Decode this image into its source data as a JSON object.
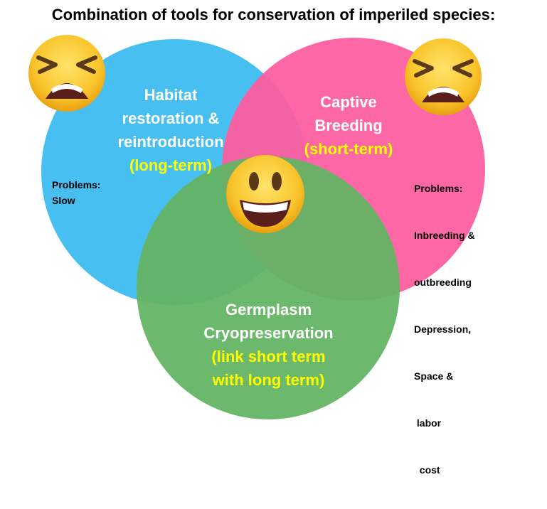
{
  "title": "Combination of tools for conservation of imperiled species:",
  "colors": {
    "habitat": "#3dbdf0",
    "captive": "#fd5fa0",
    "germplasm": "#64b464",
    "term_highlight": "#ffff00"
  },
  "habitat": {
    "lines": [
      "Habitat",
      "restoration &",
      "reintroduction"
    ],
    "term": "(long-term)",
    "problems": [
      "Problems:",
      "Slow"
    ]
  },
  "captive": {
    "lines": [
      "Captive",
      "Breeding"
    ],
    "term": "(short-term)",
    "problems": [
      "Problems:",
      "Inbreeding &",
      "outbreeding",
      "Depression,",
      "Space &",
      " labor",
      "  cost"
    ]
  },
  "germplasm": {
    "lines": [
      "Germplasm",
      "Cryopreservation"
    ],
    "term_lines": [
      "(link short term",
      "with long term)"
    ]
  },
  "emoji": {
    "habitat": "tired-face-icon",
    "captive": "tired-face-icon",
    "center": "grinning-face-icon"
  }
}
